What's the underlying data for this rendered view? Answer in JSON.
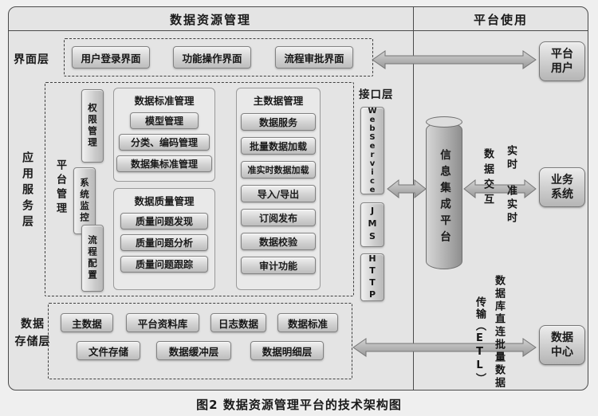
{
  "header": {
    "left": "数据资源管理",
    "right": "平台使用"
  },
  "interface_layer": {
    "label": "界面层",
    "items": [
      "用户登录界面",
      "功能操作界面",
      "流程审批界面"
    ]
  },
  "app_layer": {
    "label": "应用服务层",
    "platform_mgmt_label": "平台管理",
    "vertical_items": [
      "权限管理",
      "系统监控",
      "流程配置"
    ],
    "groups": [
      {
        "title": "数据标准管理",
        "items": [
          "模型管理",
          "分类、编码管理",
          "数据集标准管理"
        ]
      },
      {
        "title": "数据质量管理",
        "items": [
          "质量问题发现",
          "质量问题分析",
          "质量问题跟踪"
        ]
      },
      {
        "title": "主数据管理",
        "items": [
          "数据服务",
          "批量数据加载",
          "准实时数据加载",
          "导入/导出",
          "订阅发布",
          "数据校验",
          "审计功能"
        ]
      }
    ]
  },
  "api_layer": {
    "label": "接口层",
    "items": [
      "WebService",
      "JMS",
      "HTTP"
    ]
  },
  "storage_layer": {
    "label_line1": "数据",
    "label_line2": "存储层",
    "row1": [
      "主数据",
      "平台资料库",
      "日志数据",
      "数据标准"
    ],
    "row2": [
      "文件存储",
      "数据缓冲层",
      "数据明细层"
    ]
  },
  "integration_platform": "信息集成平台",
  "external_nodes": {
    "users": "平台用户",
    "business": "业务系统",
    "datacenter": "数据中心"
  },
  "arrow_labels": {
    "exchange": "数据交互",
    "realtime": "实时",
    "near_realtime": "准实时",
    "etl_col_right": "数据库直连批量数据",
    "etl_col_left": "传输（ETL）"
  },
  "caption": "图2  数据资源管理平台的技术架构图",
  "colors": {
    "box_border": "#828282",
    "dash_border": "#3f3f3f",
    "arrow_fill": "#b3b3b3"
  }
}
